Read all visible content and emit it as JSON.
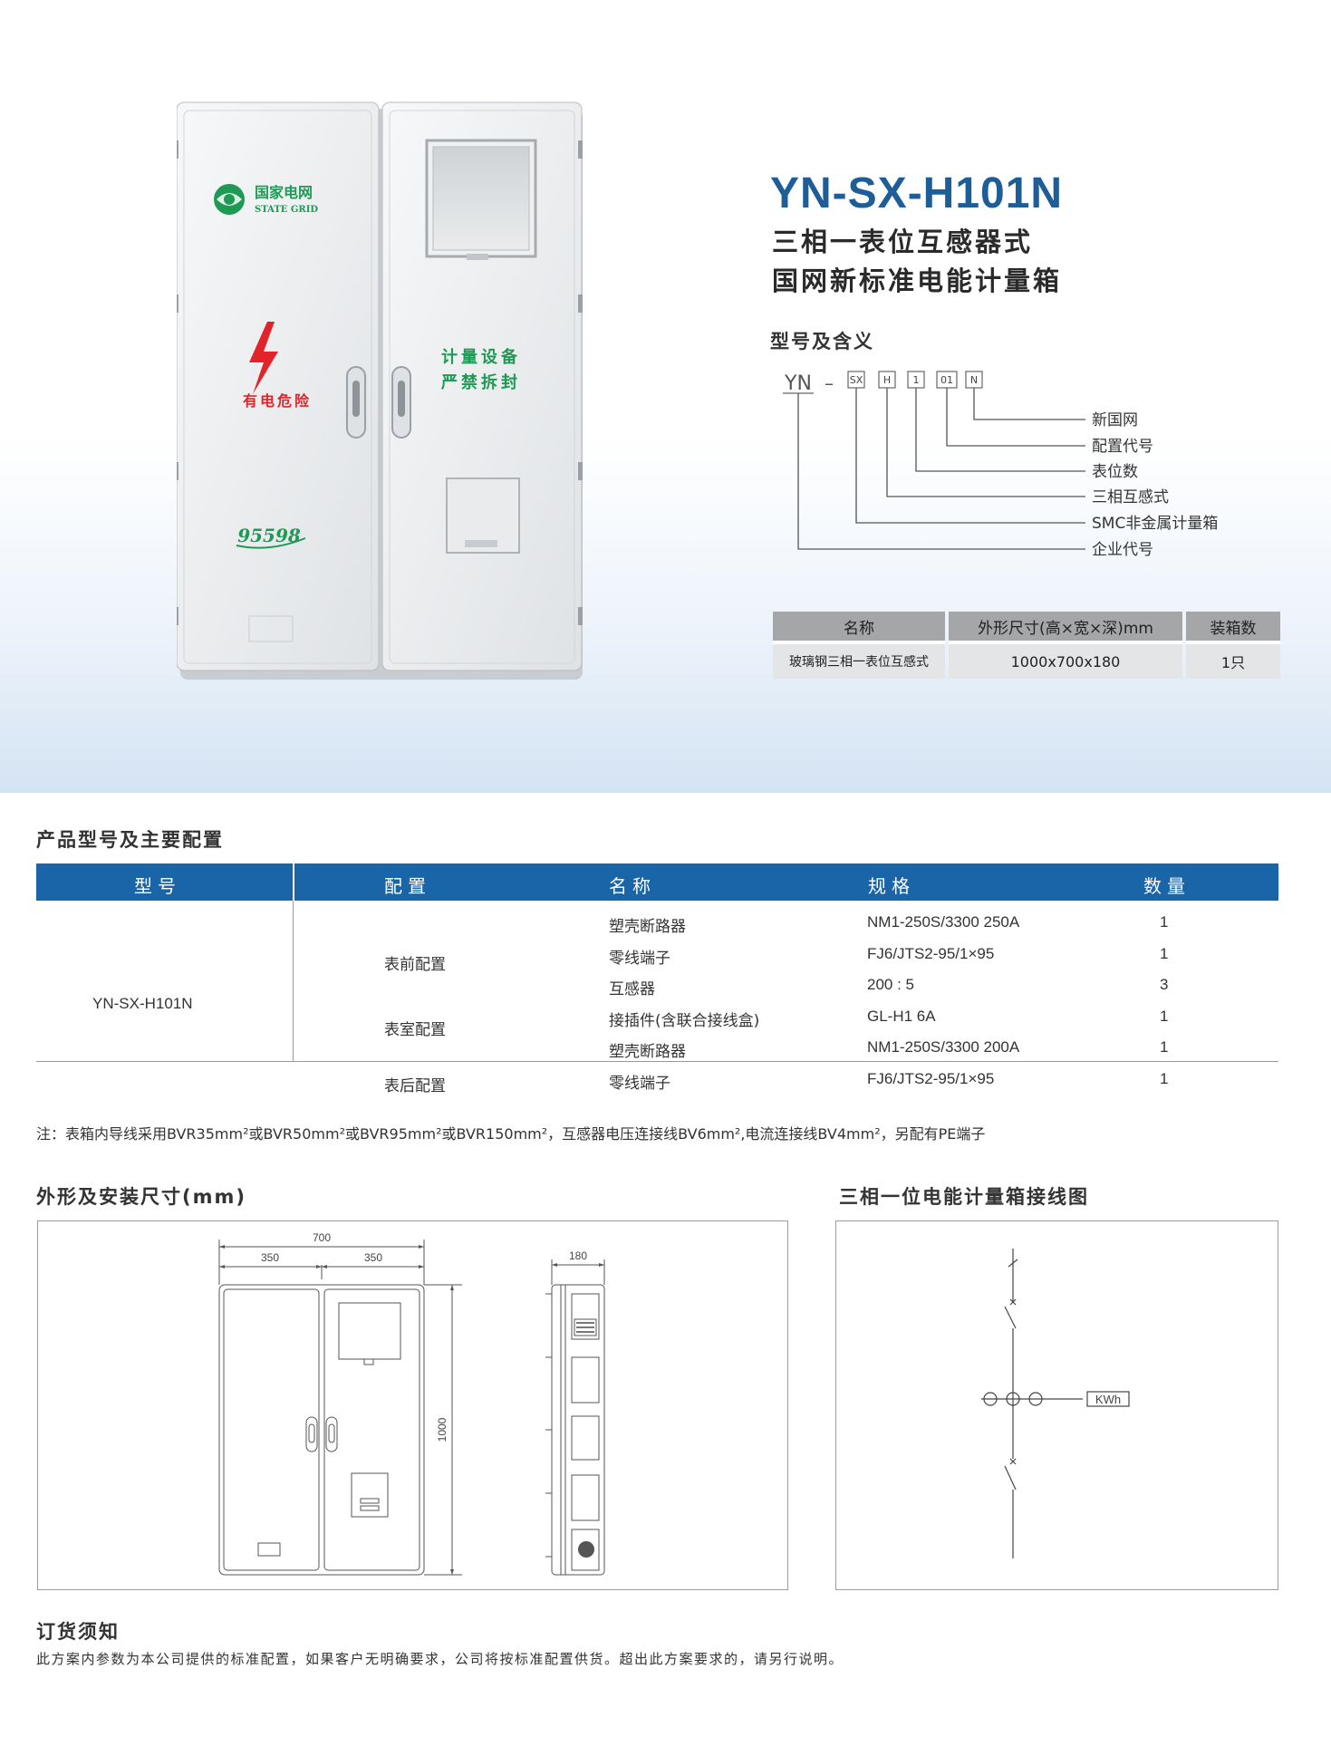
{
  "hero": {
    "cabinet": {
      "brand_cn": "国家电网",
      "brand_en": "STATE GRID",
      "warning": "有电危险",
      "notice_line1": "计量设备",
      "notice_line2": "严禁拆封",
      "hotline": "95598"
    },
    "model": "YN-SX-H101N",
    "subtitle_line1": "三相一表位互感器式",
    "subtitle_line2": "国网新标准电能计量箱",
    "meaning_title": "型号及含义",
    "code": {
      "prefix": "YN",
      "dash": "–",
      "boxes": [
        "SX",
        "H",
        "1",
        "01",
        "N"
      ],
      "meanings": [
        "新国网",
        "配置代号",
        "表位数",
        "三相互感式",
        "SMC非金属计量箱",
        "企业代号"
      ]
    },
    "spec_table": {
      "headers": [
        "名称",
        "外形尺寸(高×宽×深)mm",
        "装箱数"
      ],
      "row": [
        "玻璃钢三相一表位互感式",
        "1000x700x180",
        "1只"
      ]
    }
  },
  "config": {
    "title": "产品型号及主要配置",
    "headers": [
      "型号",
      "配置",
      "名称",
      "规格",
      "数量"
    ],
    "model": "YN-SX-H101N",
    "groups": [
      "表前配置",
      "表室配置",
      "表后配置"
    ],
    "rows": [
      {
        "name": "塑壳断路器",
        "spec": "NM1-250S/3300 250A",
        "qty": "1"
      },
      {
        "name": "零线端子",
        "spec": "FJ6/JTS2-95/1×95",
        "qty": "1"
      },
      {
        "name": "互感器",
        "spec": "200 : 5",
        "qty": "3"
      },
      {
        "name": "接插件(含联合接线盒)",
        "spec": "GL-H1 6A",
        "qty": "1"
      },
      {
        "name": "塑壳断路器",
        "spec": "NM1-250S/3300 200A",
        "qty": "1"
      },
      {
        "name": "零线端子",
        "spec": "FJ6/JTS2-95/1×95",
        "qty": "1"
      }
    ],
    "note": "注：表箱内导线采用BVR35mm²或BVR50mm²或BVR95mm²或BVR150mm²，互感器电压连接线BV6mm²,电流连接线BV4mm²，另配有PE端子"
  },
  "drawings": {
    "dimensions_title": "外形及安装尺寸(mm)",
    "wiring_title": "三相一位电能计量箱接线图",
    "dims": {
      "width": "700",
      "half_left": "350",
      "half_right": "350",
      "depth": "180",
      "height": "1000"
    },
    "meter_label": "KWh"
  },
  "order": {
    "title": "订货须知",
    "text": "此方案内参数为本公司提供的标准配置，如果客户无明确要求，公司将按标准配置供货。超出此方案要求的，请另行说明。"
  },
  "colors": {
    "title_blue": "#1d5e99",
    "header_blue": "#1a64a8",
    "gray_header": "#a4a6a8",
    "gray_cell": "#e4e5e6",
    "green": "#1e9a55",
    "red": "#e0242a"
  }
}
